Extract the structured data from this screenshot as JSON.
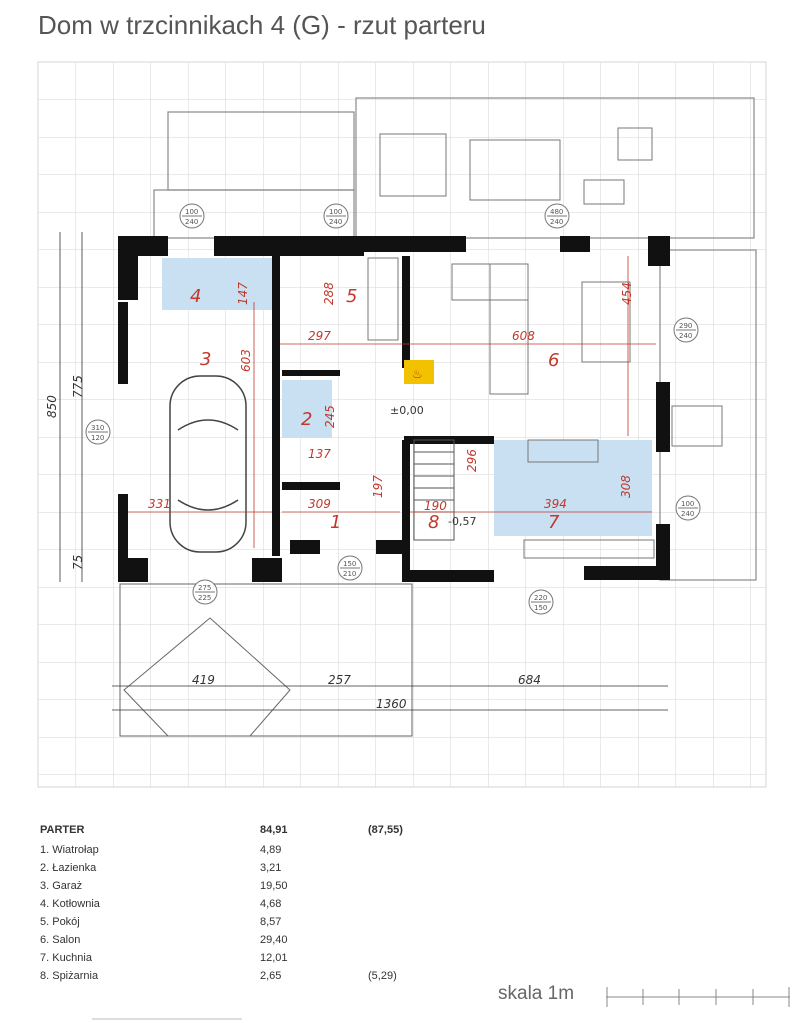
{
  "title": "Dom w trzcinnikach 4 (G) - rzut parteru",
  "plan": {
    "rooms": [
      {
        "number": "1"
      },
      {
        "number": "2"
      },
      {
        "number": "3"
      },
      {
        "number": "4"
      },
      {
        "number": "5"
      },
      {
        "number": "6"
      },
      {
        "number": "7"
      },
      {
        "number": "8"
      }
    ],
    "dims_red": [
      "147",
      "288",
      "297",
      "608",
      "454",
      "603",
      "245",
      "137",
      "331",
      "309",
      "197",
      "296",
      "190",
      "394",
      "308"
    ],
    "dims_black": [
      "850",
      "775",
      "75",
      "419",
      "257",
      "684",
      "1360"
    ],
    "windows": [
      {
        "top": "100",
        "bottom": "240"
      },
      {
        "top": "100",
        "bottom": "240"
      },
      {
        "top": "480",
        "bottom": "240"
      },
      {
        "top": "290",
        "bottom": "240"
      },
      {
        "top": "310",
        "bottom": "120"
      },
      {
        "top": "100",
        "bottom": "240"
      },
      {
        "top": "275",
        "bottom": "225"
      },
      {
        "top": "150",
        "bottom": "210"
      },
      {
        "top": "220",
        "bottom": "150"
      }
    ],
    "levels": [
      "±0,00",
      "-0,57"
    ]
  },
  "areas": {
    "header": {
      "name": "PARTER",
      "value": "84,91",
      "alt": "(87,55)"
    },
    "rows": [
      {
        "name": "1. Wiatrołap",
        "value": "4,89",
        "alt": ""
      },
      {
        "name": "2. Łazienka",
        "value": "3,21",
        "alt": ""
      },
      {
        "name": "3. Garaż",
        "value": "19,50",
        "alt": ""
      },
      {
        "name": "4. Kotłownia",
        "value": "4,68",
        "alt": ""
      },
      {
        "name": "5. Pokój",
        "value": "8,57",
        "alt": ""
      },
      {
        "name": "6. Salon",
        "value": "29,40",
        "alt": ""
      },
      {
        "name": "7. Kuchnia",
        "value": "12,01",
        "alt": ""
      },
      {
        "name": "8. Spiżarnia",
        "value": "2,65",
        "alt": "(5,29)"
      }
    ]
  },
  "scale": {
    "label": "skala  1m"
  },
  "colors": {
    "wall": "#111111",
    "highlight": "#c9dff2",
    "dimension": "#c0392b",
    "grid": "#d6d6d6",
    "fireplace": "#f2c200"
  }
}
